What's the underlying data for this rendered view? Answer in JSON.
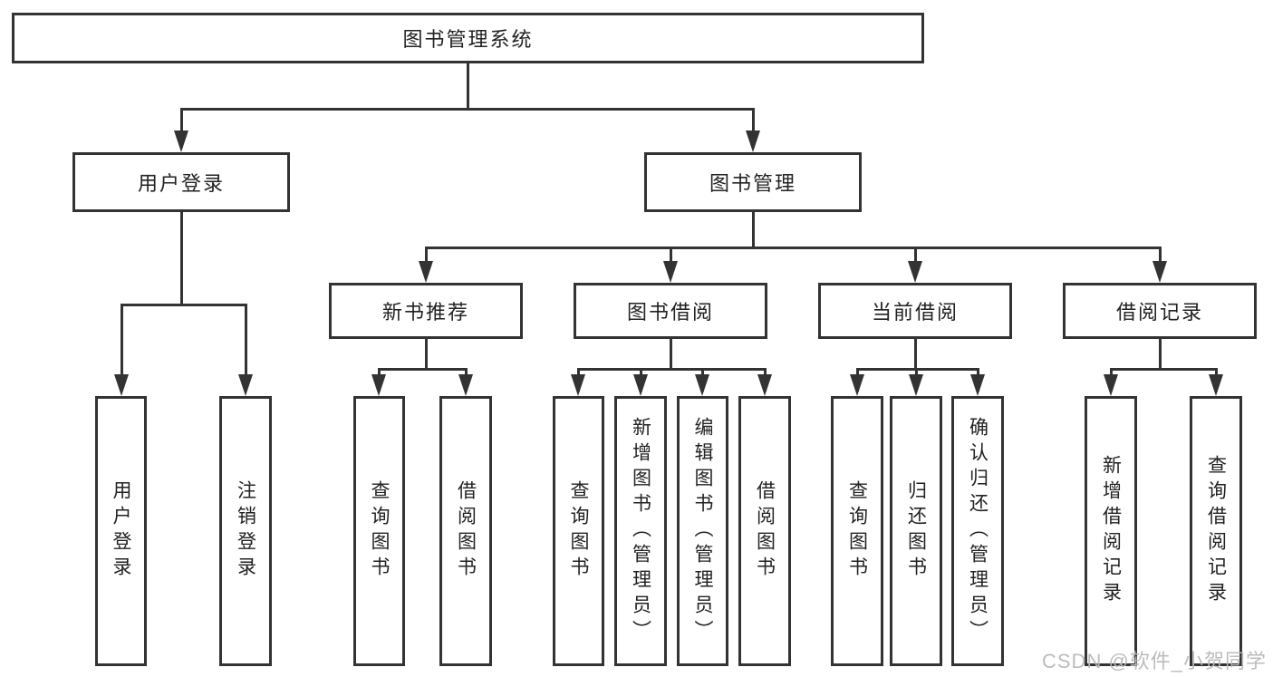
{
  "diagram": {
    "title_note": "functional structure tree",
    "root": {
      "label": "图书管理系统"
    },
    "branches": [
      {
        "label": "用户登录",
        "children": [
          "用户登录",
          "注销登录"
        ]
      },
      {
        "label": "图书管理"
      }
    ],
    "modules": [
      {
        "label": "新书推荐",
        "leaves": [
          "查询图书",
          "借阅图书"
        ]
      },
      {
        "label": "图书借阅",
        "leaves": [
          "查询图书",
          "新增图书（管理员）",
          "编辑图书（管理员）",
          "借阅图书"
        ]
      },
      {
        "label": "当前借阅",
        "leaves": [
          "查询图书",
          "归还图书",
          "确认归还（管理员）"
        ]
      },
      {
        "label": "借阅记录",
        "leaves": [
          "新增借阅记录",
          "查询借阅记录"
        ]
      }
    ],
    "colors": {
      "line": "#333333",
      "text": "#222222",
      "box_bg": "#ffffff",
      "watermark": "#b9b9b9"
    }
  },
  "watermark": {
    "text": "CSDN @软件_小贺同学"
  }
}
